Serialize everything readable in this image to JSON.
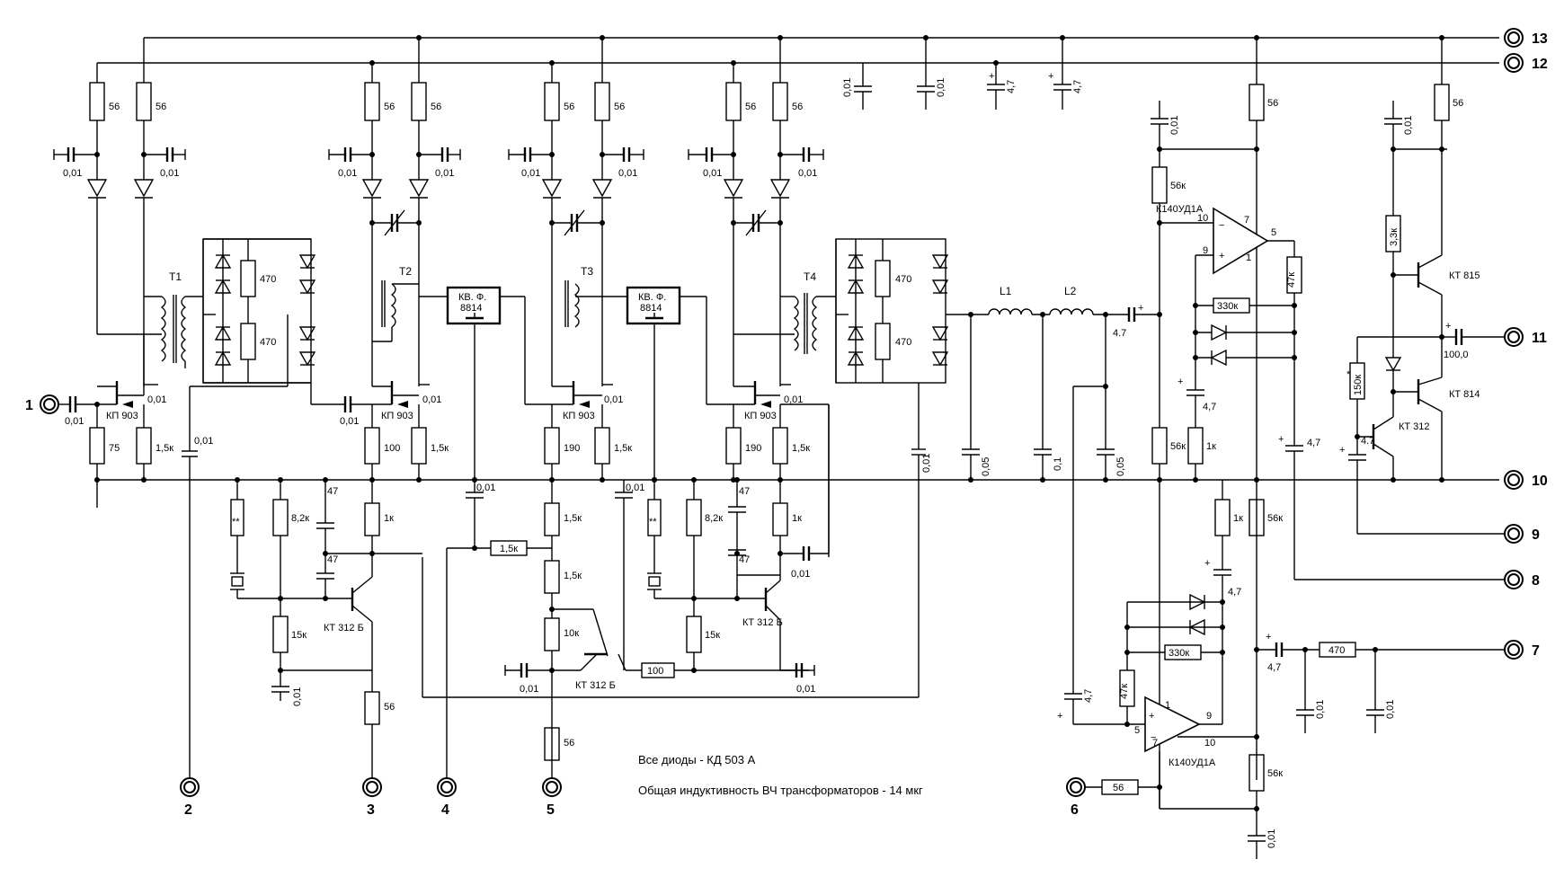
{
  "notes": {
    "diodes": "Все диоды - КД 503 А",
    "inductance": "Общая индуктивность ВЧ трансформаторов - 14 мкг"
  },
  "terminals": {
    "t1": "1",
    "t2": "2",
    "t3": "3",
    "t4": "4",
    "t5": "5",
    "t6": "6",
    "t7": "7",
    "t8": "8",
    "t9": "9",
    "t10": "10",
    "t11": "11",
    "t12": "12",
    "t13": "13"
  },
  "transformers": {
    "t1": "T1",
    "t2": "T2",
    "t3": "T3",
    "t4": "T4"
  },
  "inductors": {
    "l1": "L1",
    "l2": "L2"
  },
  "transistors": {
    "fet": "КП 903",
    "bjt": "КТ 312 Б",
    "kt312": "КТ 312",
    "kt815": "КТ 815",
    "kt814": "КТ 814"
  },
  "ics": {
    "opamp": "К140УД1А",
    "filter_line1": "КВ. Ф.",
    "filter_line2": "8814"
  },
  "pins": {
    "p10": "10",
    "p9": "9",
    "p7": "7",
    "p5": "5",
    "p1": "1"
  },
  "values": {
    "r56": "56",
    "r75": "75",
    "r1_5k": "1,5к",
    "r100": "100",
    "r190": "190",
    "r470": "470",
    "r1k": "1к",
    "r8_2k": "8,2к",
    "r15k": "15к",
    "r10k": "10к",
    "r56k": "56к",
    "r47k": "47к",
    "r330k": "330к",
    "r3_3k": "3,3к",
    "r150k": "150к",
    "c0_01": "0,01",
    "c0_05": "0,05",
    "c0_1": "0,1",
    "c47": "47",
    "c4_7": "4,7",
    "c4_7dot": "4.7",
    "c100": "100,0",
    "star": "*",
    "dstar": "**",
    "plus": "+",
    "minus": "−"
  }
}
